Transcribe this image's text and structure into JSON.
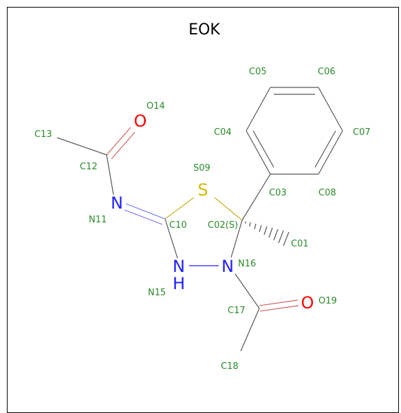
{
  "title": "EOK",
  "colors": {
    "bond": "#555555",
    "carbon_label": "#2a8a2a",
    "oxygen": "#ff0000",
    "nitrogen": "#2020ff",
    "sulfur": "#d4b800"
  },
  "atoms": {
    "S": "S",
    "N_imine": "N",
    "N_ring": "N",
    "NH_N": "N",
    "NH_H": "H",
    "O_top": "O",
    "O_right": "O"
  },
  "labels": {
    "C01": "C01",
    "C02": "C02(S)",
    "C03": "C03",
    "C04": "C04",
    "C05": "C05",
    "C06": "C06",
    "C07": "C07",
    "C08": "C08",
    "S09": "S09",
    "C10": "C10",
    "N11": "N11",
    "C12": "C12",
    "C13": "C13",
    "O14": "O14",
    "N15": "N15",
    "N16": "N16",
    "C17": "C17",
    "C18": "C18",
    "O19": "O19"
  }
}
